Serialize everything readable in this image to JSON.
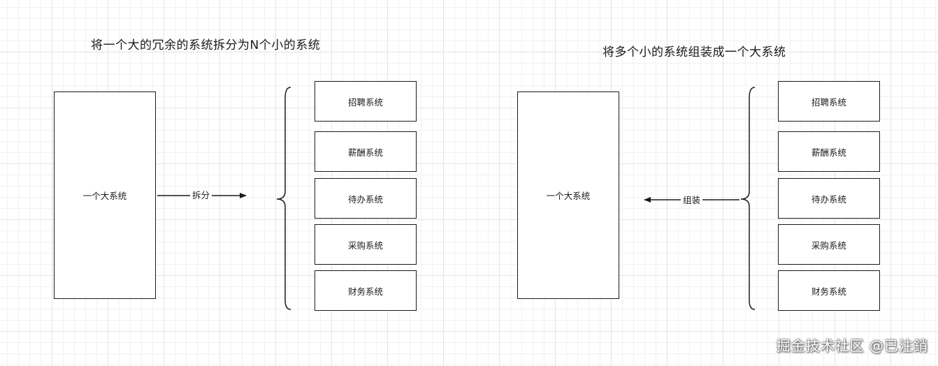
{
  "left": {
    "title": "将一个大的冗余的系统拆分为N个小的系统",
    "big_box": "一个大系统",
    "edge_label": "拆分",
    "subsystems": [
      "招聘系统",
      "薪酬系统",
      "待办系统",
      "采购系统",
      "财务系统"
    ]
  },
  "right": {
    "title": "将多个小的系统组装成一个大系统",
    "big_box": "一个大系统",
    "edge_label": "组装",
    "subsystems": [
      "招聘系统",
      "薪酬系统",
      "待办系统",
      "采购系统",
      "财务系统"
    ]
  },
  "watermark": "掘金技术社区 @已注銷",
  "colors": {
    "stroke": "#1a1a1a",
    "grid_major": "#e4e4e4",
    "grid_minor": "#f1f1f1",
    "background": "#ffffff"
  }
}
